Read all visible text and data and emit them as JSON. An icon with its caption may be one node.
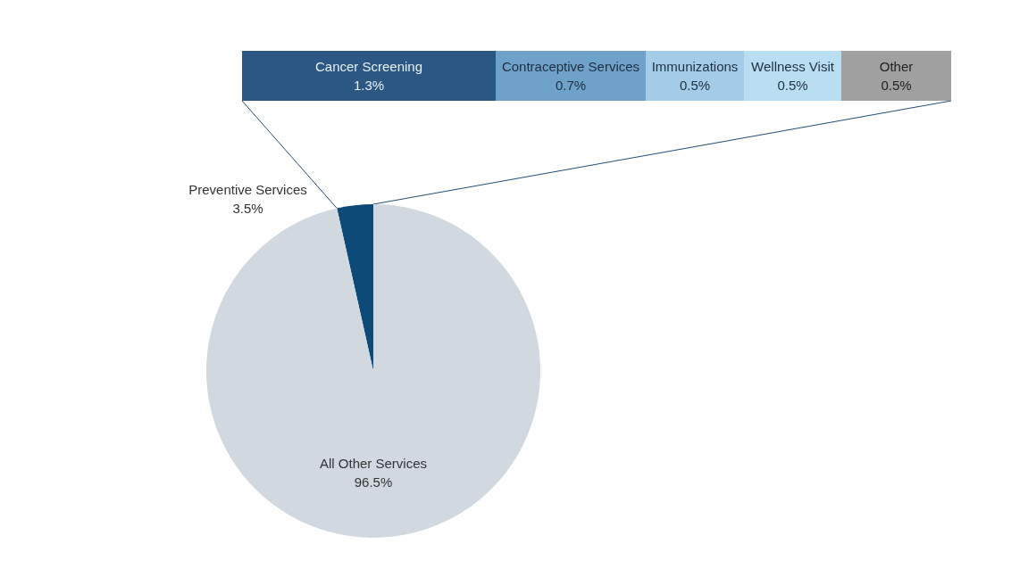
{
  "diagram": {
    "nodes": [
      {
        "text": [
          "Cancer Screening",
          "1.3%"
        ]
      },
      {
        "text": [
          "Contraceptive Services",
          "0.7%"
        ]
      },
      {
        "text": [
          "Immunizations",
          "0.5%"
        ]
      },
      {
        "text": [
          "Wellness Visit",
          "0.5%"
        ]
      },
      {
        "text": [
          "Other",
          "0.5%"
        ]
      },
      {
        "text": [
          "Preventive Services",
          "3.5%"
        ]
      },
      {
        "text": [
          "All Other Services",
          "96.5%"
        ]
      }
    ],
    "edges": [
      {
        "from": 5,
        "to": 0,
        "arrow": "none"
      },
      {
        "from": 5,
        "to": 4,
        "arrow": "none"
      }
    ]
  }
}
